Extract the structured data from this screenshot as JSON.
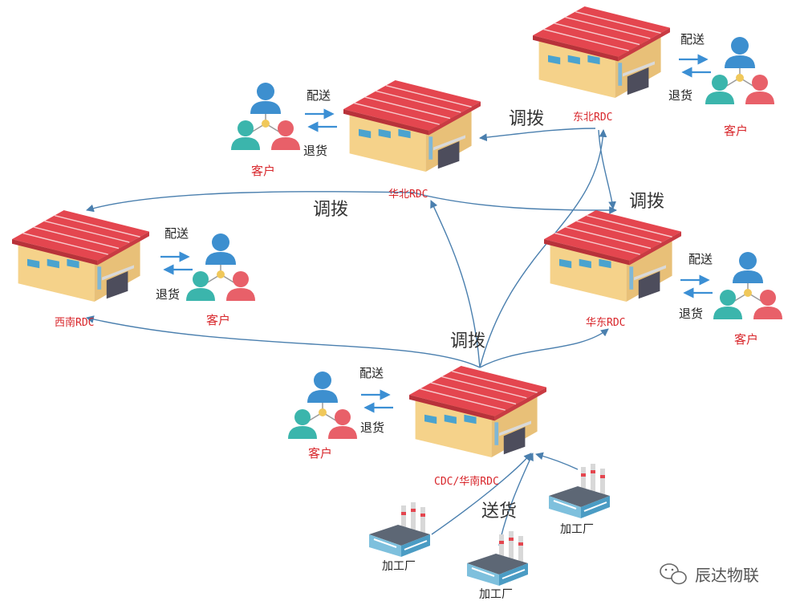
{
  "labels": {
    "deliver": "配送",
    "return": "退货",
    "customer": "客户",
    "transfer": "调拨",
    "ship": "送货",
    "factory": "加工厂"
  },
  "warehouses": {
    "ne": "东北RDC",
    "nc": "华北RDC",
    "sw": "西南RDC",
    "ec": "华东RDC",
    "cdc": "CDC/华南RDC"
  },
  "watermark": "辰达物联",
  "colors": {
    "roof": "#e4464f",
    "wall": "#f5d28a",
    "label_red": "#d8262b",
    "line": "#4a7fae",
    "person_blue": "#3d8fcf",
    "person_teal": "#3bb5ac",
    "person_red": "#e86069"
  }
}
